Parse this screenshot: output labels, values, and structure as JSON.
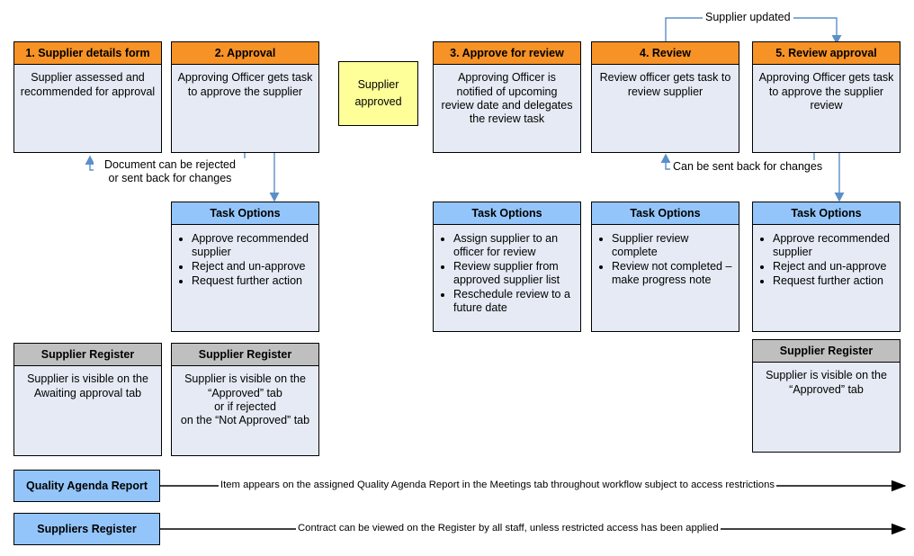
{
  "diagram": {
    "title": "Supplier approval and review workflow",
    "colors": {
      "stage_header": "#f79226",
      "task_header": "#93c5fa",
      "register_header": "#bfbfbf",
      "body_fill": "#e5eaf4",
      "note_fill": "#ffff99",
      "connector_blue": "#5b8fc9",
      "connector_black": "#000000"
    }
  },
  "stages": [
    {
      "header": "1. Supplier details form",
      "body": "Supplier assessed and recommended for approval"
    },
    {
      "header": "2. Approval",
      "body": "Approving Officer gets task to approve the supplier"
    },
    {
      "header": "3. Approve for review",
      "body": "Approving Officer is notified of upcoming review date and delegates the review task"
    },
    {
      "header": "4. Review",
      "body": "Review officer gets task to review supplier"
    },
    {
      "header": "5. Review approval",
      "body": "Approving Officer gets task to approve the supplier review"
    }
  ],
  "note": {
    "text": "Supplier approved"
  },
  "task_options": [
    {
      "header": "Task Options",
      "items": [
        "Approve recommended supplier",
        "Reject and un-approve",
        "Request further action"
      ]
    },
    {
      "header": "Task Options",
      "items": [
        "Assign supplier to an officer for review",
        "Review supplier from approved supplier list",
        "Reschedule review to a future date"
      ]
    },
    {
      "header": "Task Options",
      "items": [
        "Supplier review complete",
        "Review not completed – make progress note"
      ]
    },
    {
      "header": "Task Options",
      "items": [
        "Approve recommended supplier",
        "Reject and un-approve",
        "Request further action"
      ]
    }
  ],
  "registers": [
    {
      "header": "Supplier Register",
      "body": "Supplier is visible on the Awaiting approval tab"
    },
    {
      "header": "Supplier Register",
      "body": "Supplier is visible on the “Approved” tab\nor if rejected\non the “Not Approved” tab"
    },
    {
      "header": "Supplier Register",
      "body": "Supplier is visible on the “Approved” tab"
    }
  ],
  "connector_labels": {
    "rejected": "Document can be rejected\nor sent back for changes",
    "supplier_updated": "Supplier updated",
    "sent_back": "Can be sent back for changes"
  },
  "footer_rows": [
    {
      "label": "Quality Agenda Report",
      "caption": "Item appears on the assigned Quality Agenda Report in the Meetings tab throughout workflow subject to access restrictions"
    },
    {
      "label": "Suppliers Register",
      "caption": "Contract can be viewed on the Register by all staff, unless restricted access has been applied"
    }
  ]
}
